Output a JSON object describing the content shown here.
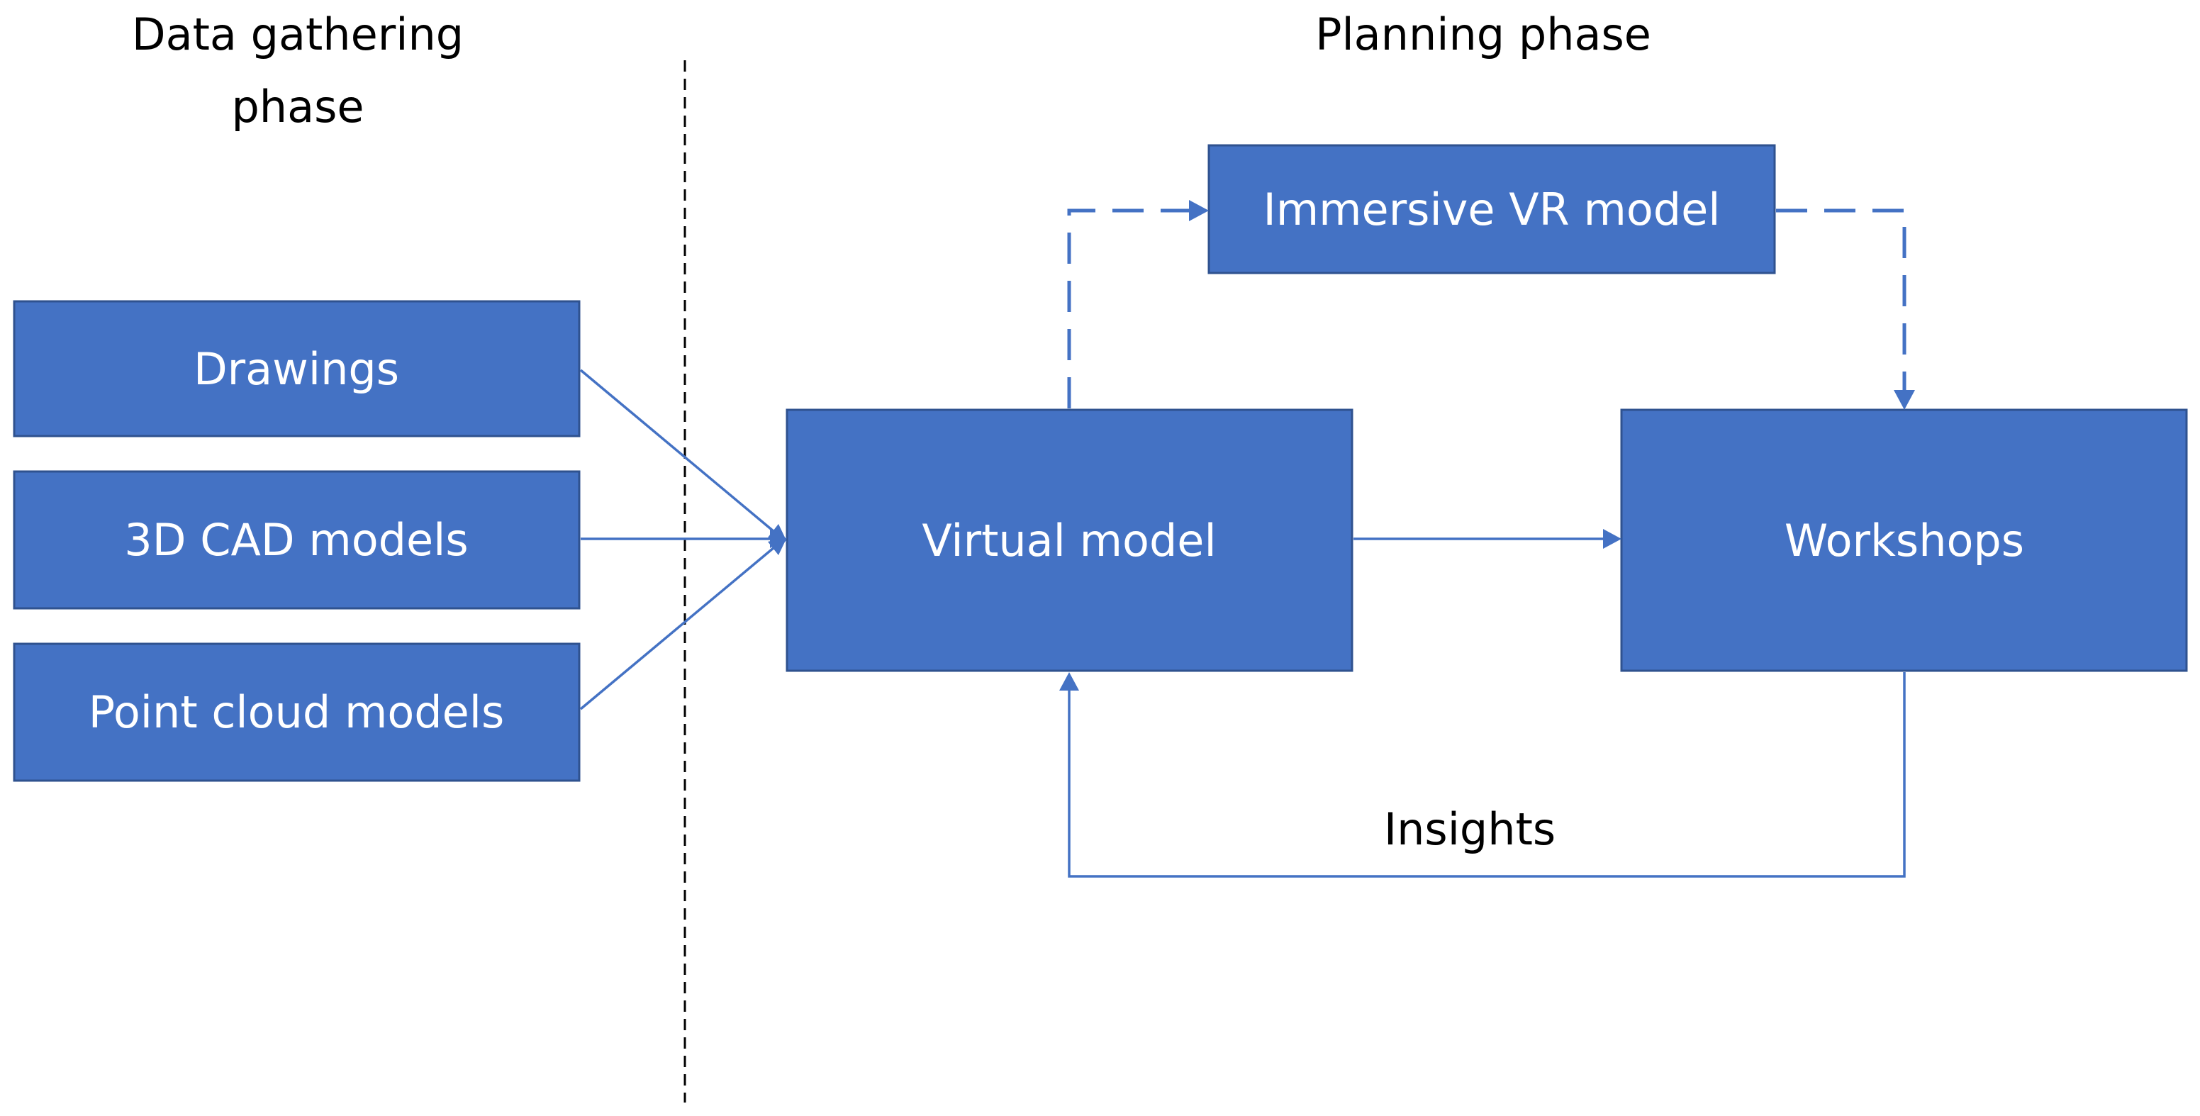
{
  "headings": {
    "left_line1": "Data gathering",
    "left_line2": "phase",
    "right": "Planning phase"
  },
  "nodes": {
    "drawings": "Drawings",
    "cad": "3D CAD models",
    "pointcloud": "Point cloud models",
    "virtual": "Virtual model",
    "vr": "Immersive VR model",
    "workshops": "Workshops"
  },
  "edges": {
    "insights": "Insights"
  },
  "colors": {
    "box_fill": "#4472c4",
    "box_border": "#2f528f",
    "box_text": "#ffffff",
    "edge": "#4472c4",
    "divider": "#000000"
  }
}
